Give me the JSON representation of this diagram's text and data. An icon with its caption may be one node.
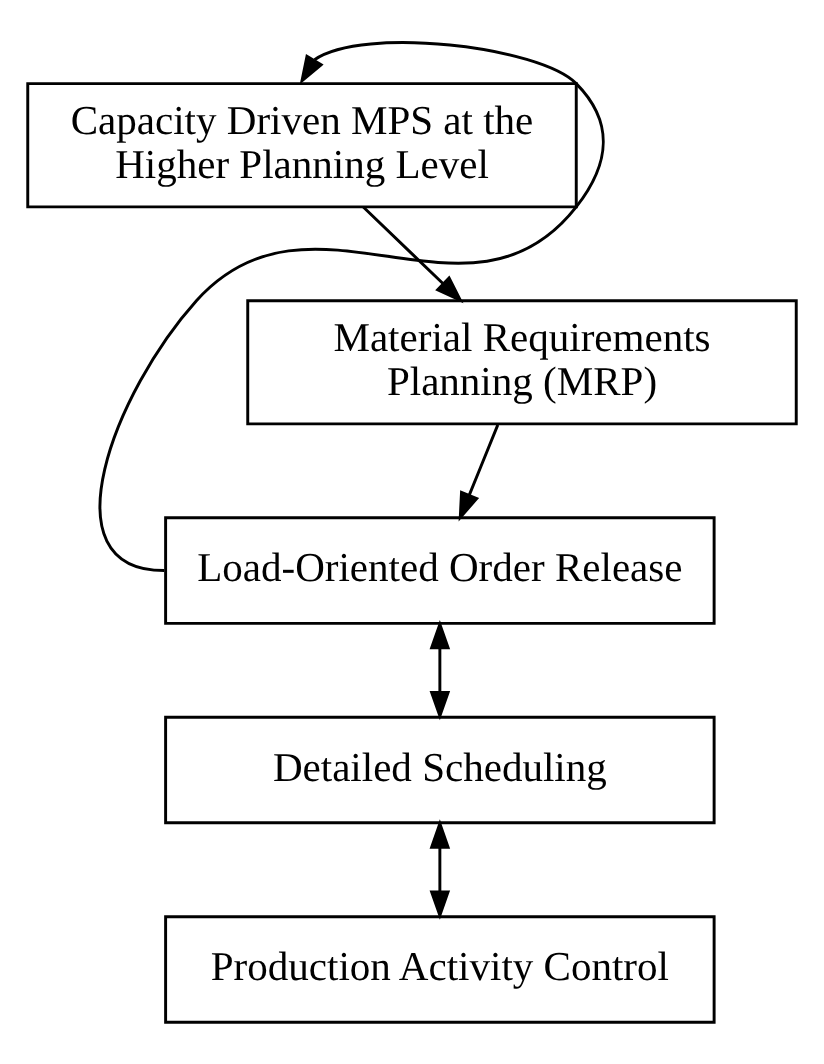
{
  "diagram": {
    "nodes": [
      {
        "text": [
          "Capacity Driven MPS at the Higher Planning Level"
        ]
      },
      {
        "text": [
          "Material Requirements Planning (MRP)"
        ]
      },
      {
        "text": [
          "Load-Oriented Order Release"
        ]
      },
      {
        "text": [
          "Detailed Scheduling"
        ]
      },
      {
        "text": [
          "Production Activity Control"
        ]
      }
    ],
    "edges": [
      {
        "from": 0,
        "to": 1,
        "arrow": "to"
      },
      {
        "from": 1,
        "to": 2,
        "arrow": "to"
      },
      {
        "from": 2,
        "to": 0,
        "arrow": "to"
      },
      {
        "from": 2,
        "to": 3,
        "arrow": "both"
      },
      {
        "from": 3,
        "to": 4,
        "arrow": "both"
      }
    ]
  }
}
